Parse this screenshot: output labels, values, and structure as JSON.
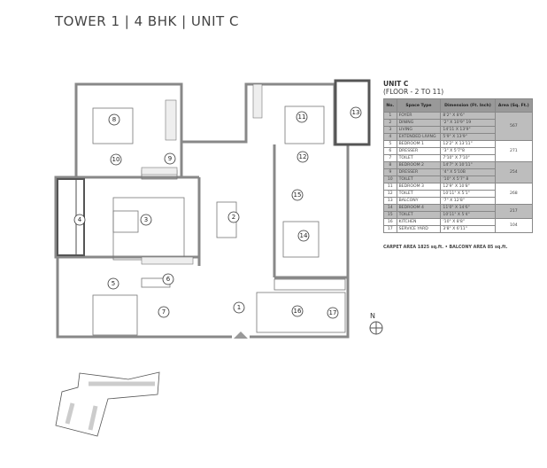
{
  "title": "TOWER 1 | 4 BHK | UNIT C",
  "unit": {
    "name": "UNIT C",
    "floors": "(FLOOR - 2 TO 11)"
  },
  "table": {
    "headers": [
      "No.",
      "Space Type",
      "Dimension (Ft. Inch)",
      "Area (Sq. Ft.)"
    ],
    "rows": [
      {
        "no": "1",
        "type": "FOYER",
        "dim": "8'2\" X 8'6\""
      },
      {
        "no": "2",
        "type": "DINING",
        "dim": "'2\" X 10'9\" 19"
      },
      {
        "no": "3",
        "type": "LIVING",
        "dim": "14'11 X 13'9\""
      },
      {
        "no": "4",
        "type": "EXTENDED LIVING",
        "dim": "5'9\" X 13'9\""
      },
      {
        "no": "5",
        "type": "BEDROOM 1",
        "dim": "12'2\" X 13'11\""
      },
      {
        "no": "6",
        "type": "DRESSER",
        "dim": "'3\" X 5'7\"8"
      },
      {
        "no": "7",
        "type": "TOILET",
        "dim": "7'10\" X 7'10\""
      },
      {
        "no": "8",
        "type": "BEDROOM 2",
        "dim": "14'7\" X 10'11\""
      },
      {
        "no": "9",
        "type": "DRESSER",
        "dim": "'4\" X 5'10B"
      },
      {
        "no": "10",
        "type": "TOILET",
        "dim": "'10\" X 5'7\" 8"
      },
      {
        "no": "11",
        "type": "BEDROOM 3",
        "dim": "12'9\" X 10'8\""
      },
      {
        "no": "12",
        "type": "TOILET",
        "dim": "10'11\" X 5'1\""
      },
      {
        "no": "13",
        "type": "BALCONY",
        "dim": "'7\" X 12'8\""
      },
      {
        "no": "14",
        "type": "BEDROOM 4",
        "dim": "11'0\" X 14'6\""
      },
      {
        "no": "15",
        "type": "TOILET",
        "dim": "10'11\" X 5'4\""
      },
      {
        "no": "16",
        "type": "KITCHEN",
        "dim": "'10\" X 8'8\""
      },
      {
        "no": "17",
        "type": "SERVICE YARD",
        "dim": "3'8\" X 6'11\""
      }
    ],
    "groups": [
      {
        "area": "567",
        "span": 4,
        "shade": "g"
      },
      {
        "area": "271",
        "span": 3,
        "shade": "w"
      },
      {
        "area": "254",
        "span": 3,
        "shade": "g"
      },
      {
        "area": "268",
        "span": 3,
        "shade": "w"
      },
      {
        "area": "217",
        "span": 2,
        "shade": "g"
      },
      {
        "area": "104",
        "span": 2,
        "shade": "w"
      }
    ]
  },
  "totals": "CARPET AREA 1825 sq.ft.  •  BALCONY AREA 85 sq.ft.",
  "compass_label": "N",
  "rooms": [
    "1",
    "2",
    "3",
    "4",
    "5",
    "6",
    "7",
    "8",
    "9",
    "10",
    "11",
    "12",
    "13",
    "14",
    "15",
    "16",
    "17"
  ]
}
